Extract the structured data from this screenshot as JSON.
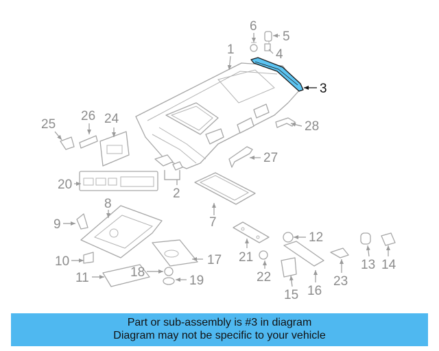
{
  "highlight_color": "#5cc4f2",
  "banner_color": "#4fb8f0",
  "banner": {
    "line1": "Part or sub-assembly is #3 in diagram",
    "line2": "Diagram may not be specific to your vehicle"
  },
  "callouts": {
    "c1": "1",
    "c2": "2",
    "c3": "3",
    "c4": "4",
    "c5": "5",
    "c6": "6",
    "c7": "7",
    "c8": "8",
    "c9": "9",
    "c10": "10",
    "c11": "11",
    "c12": "12",
    "c13": "13",
    "c14": "14",
    "c15": "15",
    "c16": "16",
    "c17": "17",
    "c18": "18",
    "c19": "19",
    "c20": "20",
    "c21": "21",
    "c22": "22",
    "c23": "23",
    "c24": "24",
    "c25": "25",
    "c26": "26",
    "c27": "27",
    "c28": "28"
  }
}
